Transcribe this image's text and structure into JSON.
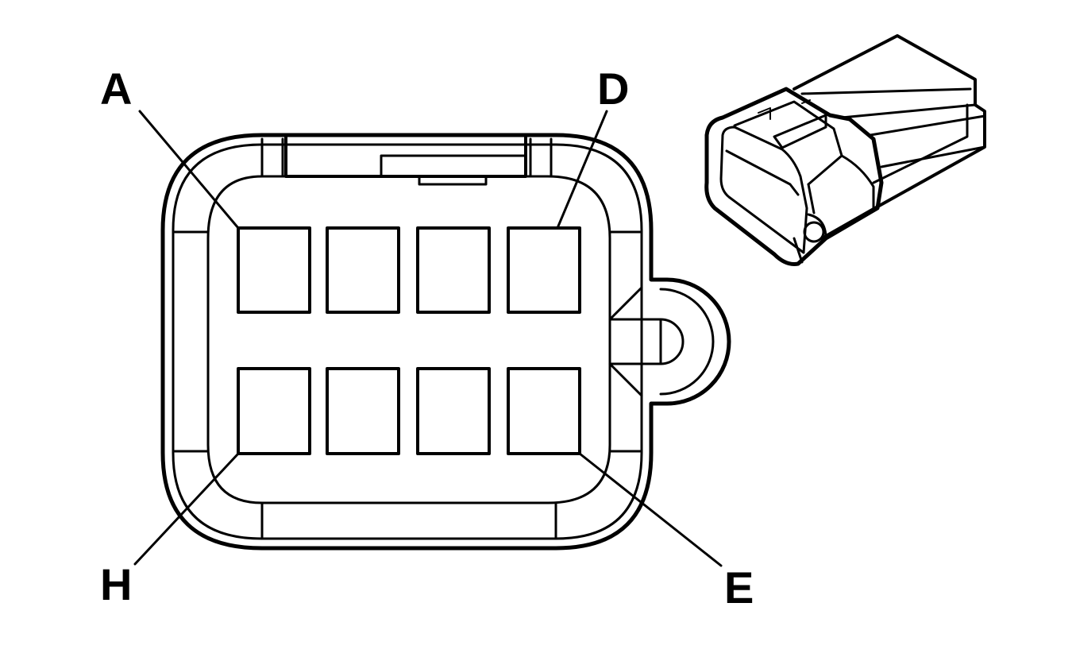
{
  "diagram": {
    "stroke_color": "#000000",
    "background": "#ffffff",
    "pin_labels": {
      "a": "A",
      "d": "D",
      "h": "H",
      "e": "E"
    },
    "cavity_rows": 2,
    "cavities_per_row": 4
  }
}
